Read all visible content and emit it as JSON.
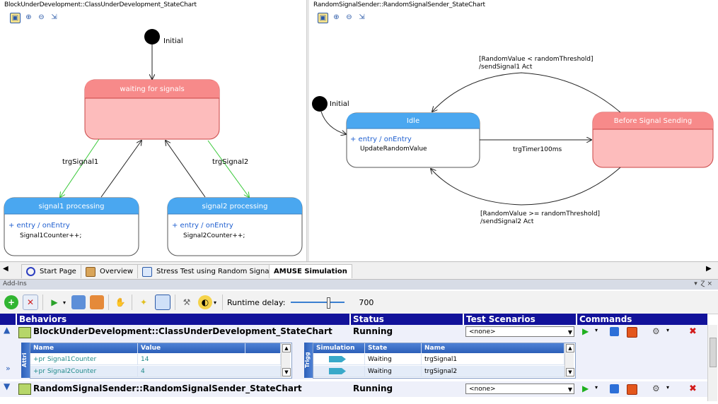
{
  "left_pane": {
    "title": "BlockUnderDevelopment::ClassUnderDevelopment_StateChart",
    "initial_label": "Initial",
    "states": {
      "waiting": "waiting for signals",
      "s1": "signal1 processing",
      "s2": "signal2 processing"
    },
    "s1_entry": "+ entry / onEntry",
    "s1_action": "Signal1Counter++;",
    "s2_entry": "+ entry / onEntry",
    "s2_action": "Signal2Counter++;",
    "t1": "trgSignal1",
    "t2": "trgSignal2"
  },
  "right_pane": {
    "title": "RandomSignalSender::RandomSignalSender_StateChart",
    "initial_label": "Initial",
    "idle": "Idle",
    "idle_entry": "+ entry / onEntry",
    "idle_action": "UpdateRandomValue",
    "before": "Before Signal Sending",
    "timer": "trgTimer100ms",
    "guard1a": "[RandomValue < randomThreshold]",
    "guard1b": "/sendSignal1 Act",
    "guard2a": "[RandomValue >= randomThreshold]",
    "guard2b": "/sendSignal2 Act"
  },
  "tabs": [
    "Start Page",
    "Overview",
    "Stress Test using Random Signals",
    "AMUSE Simulation"
  ],
  "addins": {
    "title": "Add-Ins",
    "pin": "▾  Ɀ ×"
  },
  "toolbar": {
    "runtime_label": "Runtime delay:",
    "runtime_value": "700",
    "slider_level_fraction": 0.7
  },
  "grid": {
    "headers": [
      "Behaviors",
      "Status",
      "Test Scenarios",
      "Commands"
    ],
    "rows": [
      {
        "name": "BlockUnderDevelopment::ClassUnderDevelopment_StateChart",
        "status": "Running",
        "scenario": "<none>"
      },
      {
        "name": "RandomSignalSender::RandomSignalSender_StateChart",
        "status": "Running",
        "scenario": "<none>"
      }
    ],
    "attr_label": "Attri",
    "attr_headers": [
      "Name",
      "Value"
    ],
    "attrs": [
      {
        "name": "+pr Signal1Counter",
        "value": "14"
      },
      {
        "name": "+pr Signal2Counter",
        "value": "4"
      }
    ],
    "trig_label": "Trigg",
    "trig_headers": [
      "Simulation",
      "State",
      "Name"
    ],
    "triggers": [
      {
        "state": "Waiting",
        "name": "trgSignal1"
      },
      {
        "state": "Waiting",
        "name": "trgSignal2"
      }
    ]
  },
  "colors": {
    "red_state": "#f78a8a",
    "blue_state": "#4aa7f0",
    "header": "#12129a"
  }
}
